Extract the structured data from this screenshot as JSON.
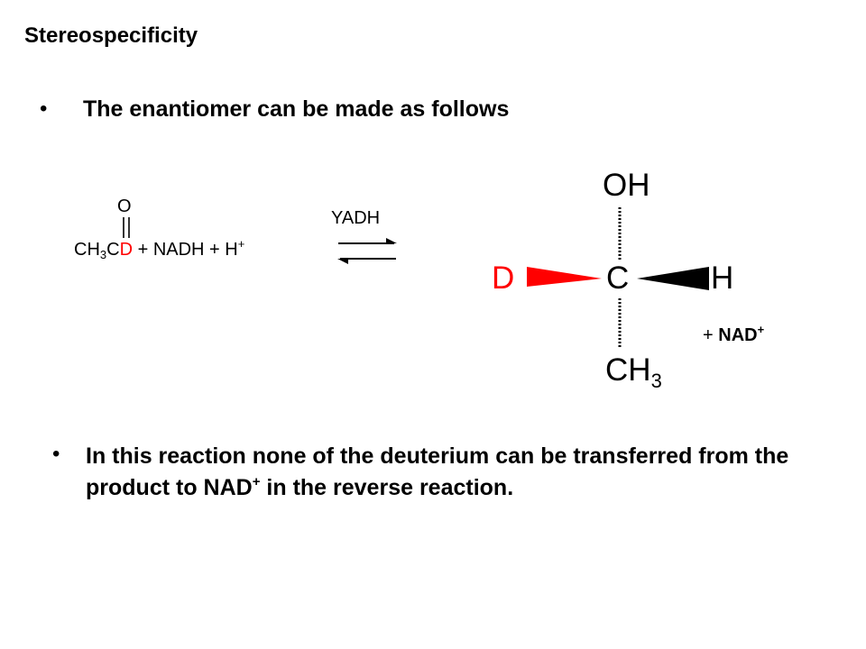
{
  "heading": "Stereospecificity",
  "bullet_symbol": "•",
  "bullet1": "The enantiomer can be made as follows",
  "reaction": {
    "carbonyl_oxygen": "O",
    "reactant_ch": "CH",
    "reactant_sub3": "3",
    "reactant_c": "C",
    "reactant_d": "D",
    "reactant_rest": " + NADH + H",
    "reactant_charge": "+",
    "enzyme": "YADH",
    "product_oh": "OH",
    "product_c": "C",
    "product_d": "D",
    "product_h": "H",
    "product_ch": "CH",
    "product_sub3": "3",
    "byproduct_plus": "+ ",
    "byproduct_name": "NAD",
    "byproduct_charge": "+",
    "deuterium_color": "#ff0000"
  },
  "bullet2": {
    "text_before": "In this reaction none of the deuterium can be transferred from the product to NAD",
    "charge": "+",
    "text_after": " in the reverse reaction."
  }
}
